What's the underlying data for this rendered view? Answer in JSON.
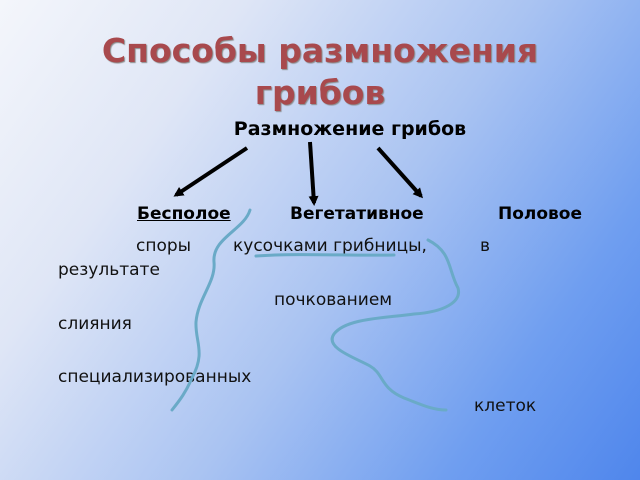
{
  "slide": {
    "title_line1": "Способы размножения",
    "title_line2": "грибов"
  },
  "diagram": {
    "root": "Размножение грибов",
    "types": {
      "asexual": "Бесполое",
      "vegetative": "Вегетативное",
      "sexual": "Половое"
    }
  },
  "text_fragments": {
    "spores": "споры",
    "mycelium_pieces": "кусочками грибницы,",
    "in": "в",
    "result": "результате",
    "budding": "почкованием",
    "fusion": "слияния",
    "specialized": "специализированных",
    "cells": "клеток"
  },
  "colors": {
    "title": "#a8494d",
    "squiggle": "#6aaac7",
    "arrow": "#000000"
  }
}
